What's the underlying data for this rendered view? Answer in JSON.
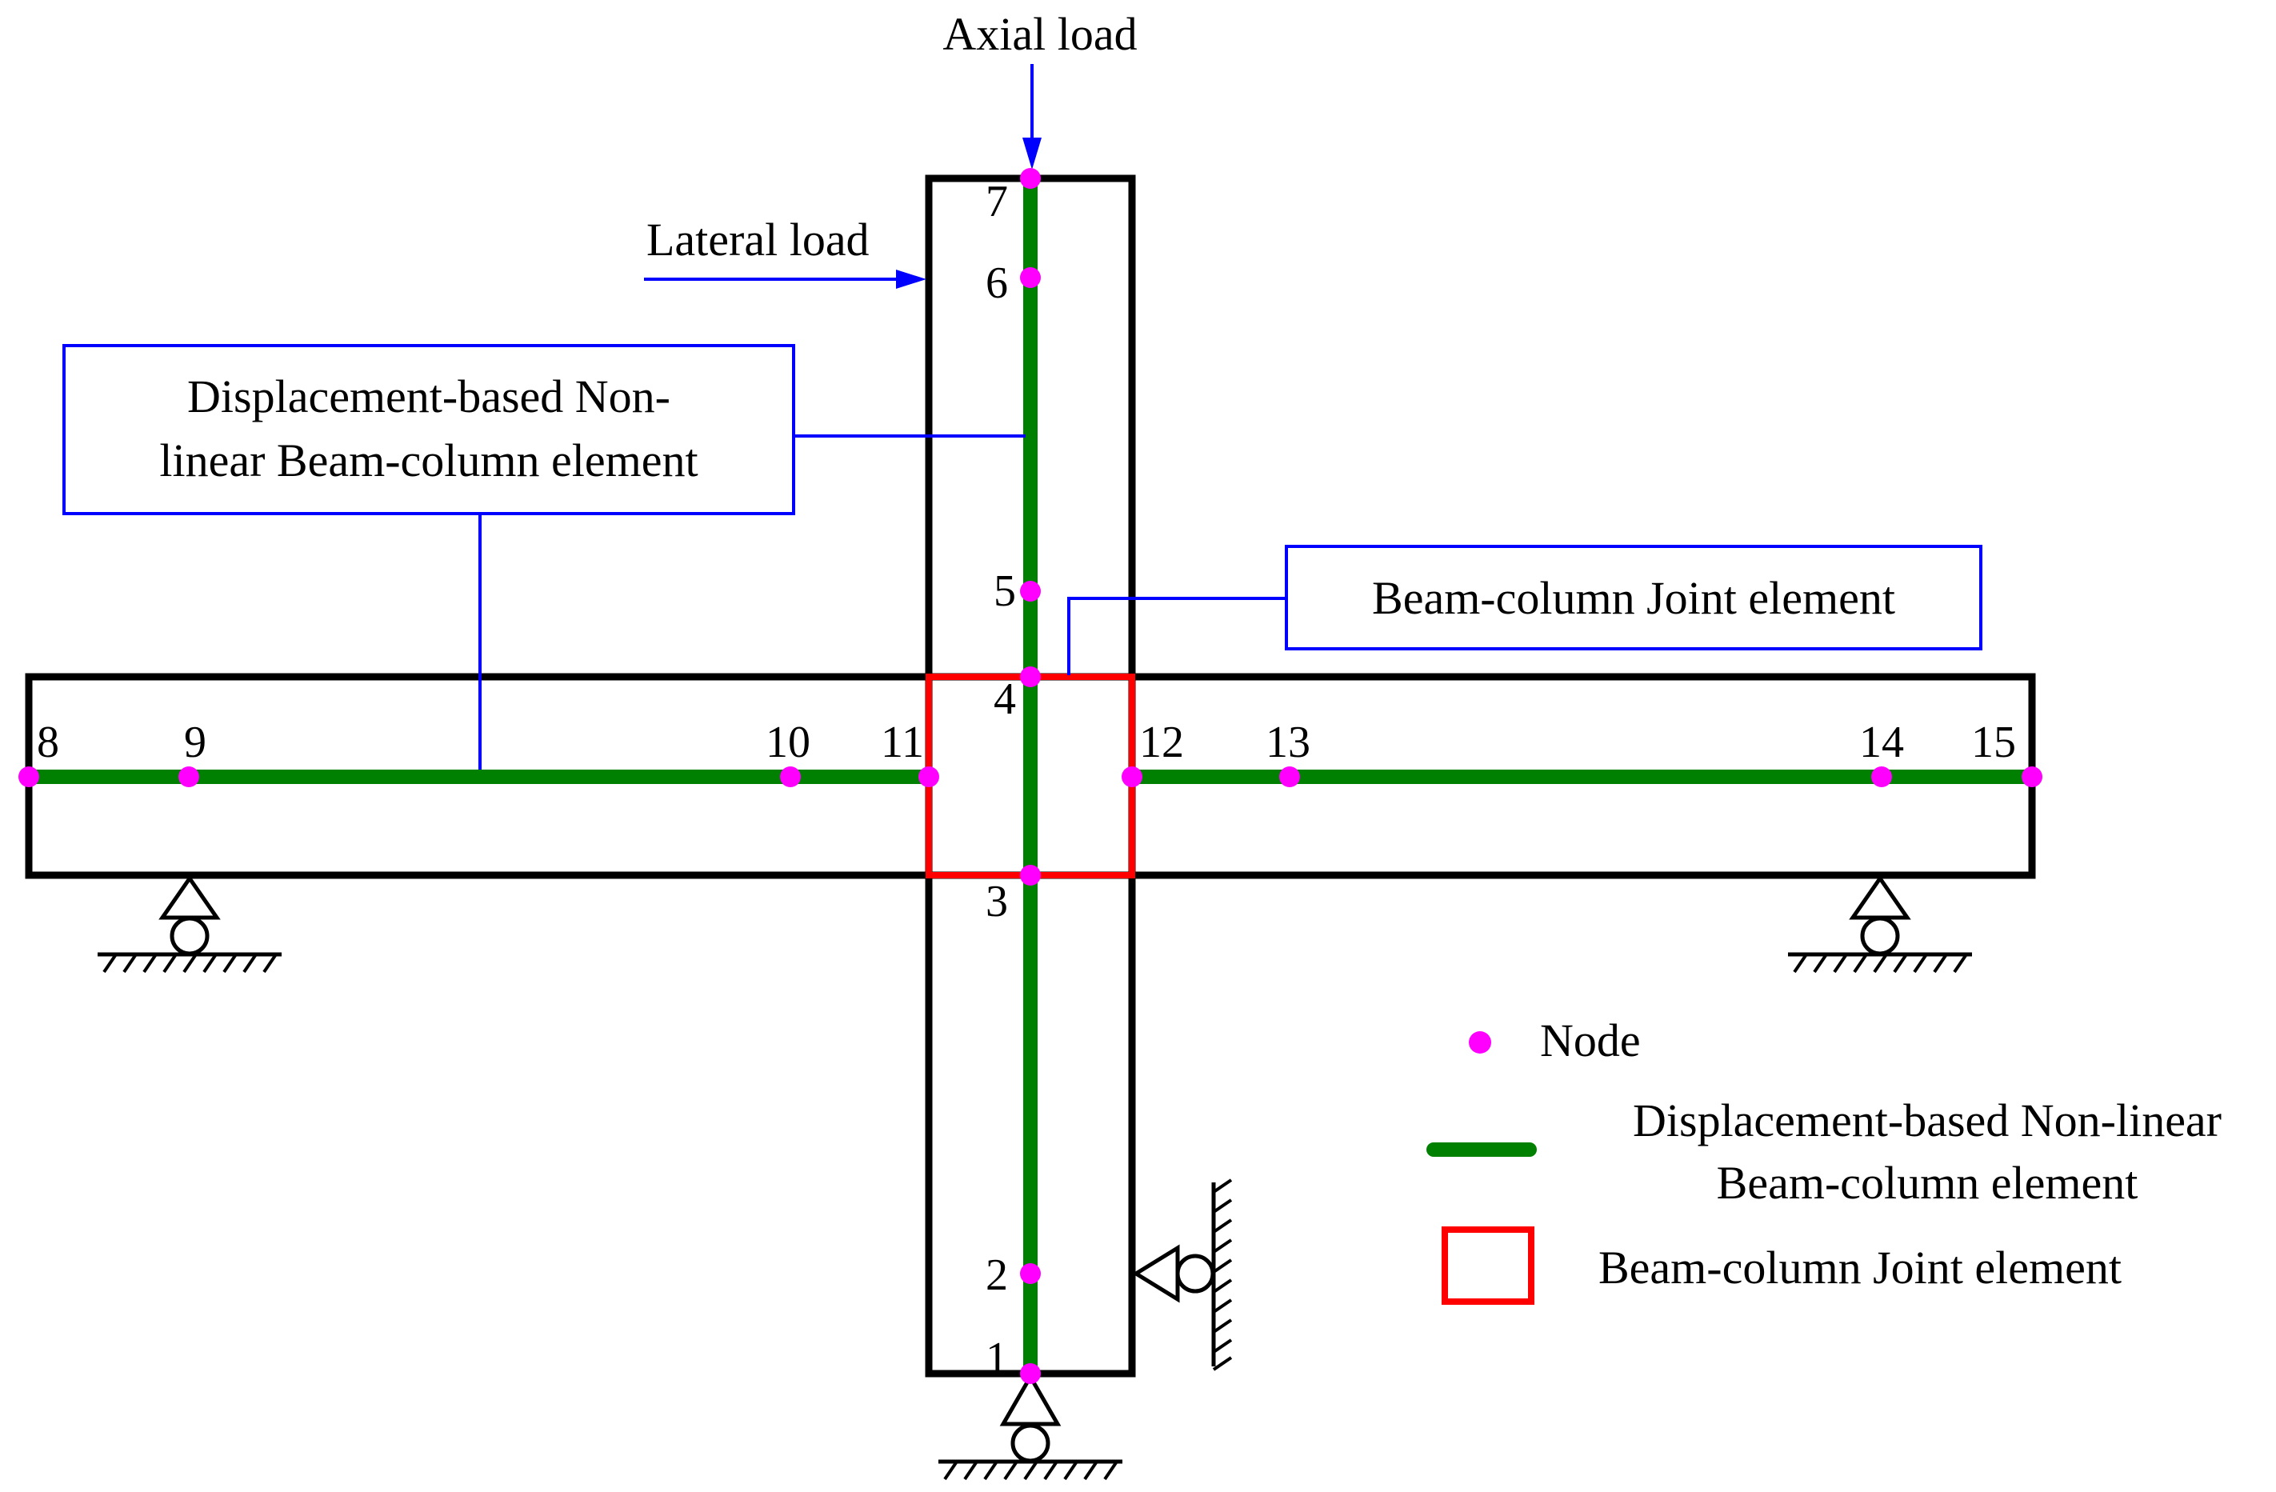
{
  "colors": {
    "node": "#ff00ff",
    "beam_element": "#008000",
    "joint_element": "#ff0000",
    "callout": "#0000ff",
    "load_arrow": "#0000ff",
    "structure": "#000000"
  },
  "loads": {
    "axial": "Axial load",
    "lateral": "Lateral load"
  },
  "callouts": {
    "beam_line1": "Displacement-based Non-",
    "beam_line2": "linear Beam-column element",
    "joint": "Beam-column Joint element"
  },
  "nodes": [
    "1",
    "2",
    "3",
    "4",
    "5",
    "6",
    "7",
    "8",
    "9",
    "10",
    "11",
    "12",
    "13",
    "14",
    "15"
  ],
  "legend": {
    "node": "Node",
    "beam_line1": "Displacement-based Non-linear",
    "beam_line2": "Beam-column element",
    "joint": "Beam-column Joint element"
  }
}
